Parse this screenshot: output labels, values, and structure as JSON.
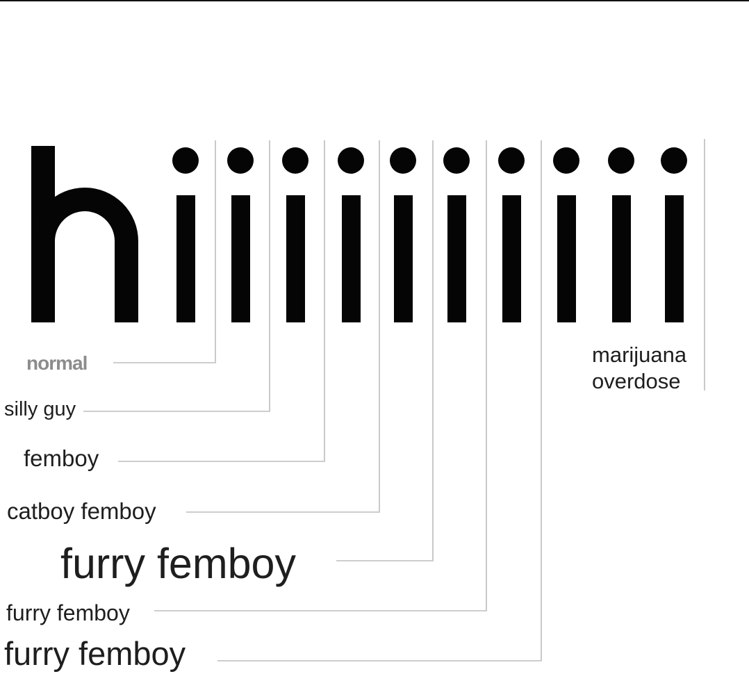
{
  "word": {
    "first_letter": "h",
    "repeated_letter": "i"
  },
  "labels": [
    {
      "key": "normal",
      "text": "normal"
    },
    {
      "key": "silly",
      "text": "silly guy"
    },
    {
      "key": "femboy",
      "text": "femboy"
    },
    {
      "key": "catboy",
      "text": "catboy femboy"
    },
    {
      "key": "furry1",
      "text": "furry femboy"
    },
    {
      "key": "furry2",
      "text": "furry femboy"
    },
    {
      "key": "furry3",
      "text": "furry femboy"
    },
    {
      "key": "mj",
      "text": "marijuana overdose"
    }
  ],
  "colors": {
    "ink": "#050505",
    "guide_line": "#cdcdcd",
    "label_text": "#1e1e1e",
    "faded_label": "#8c8c8c",
    "background": "#ffffff"
  }
}
